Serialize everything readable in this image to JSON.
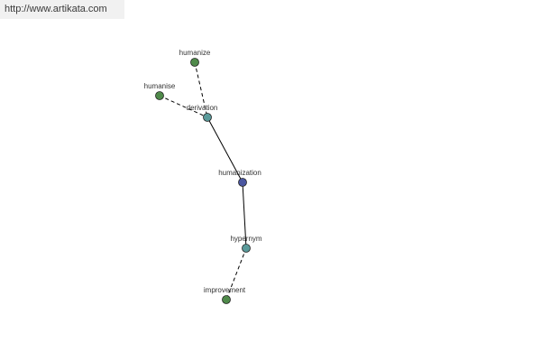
{
  "watermark": {
    "url": "http://www.artikata.com"
  },
  "graph": {
    "nodes": [
      {
        "id": "humanize",
        "label": "humanize",
        "kind": "leaf",
        "color": "#4f8a4a"
      },
      {
        "id": "humanise",
        "label": "humanise",
        "kind": "leaf",
        "color": "#4f8a4a"
      },
      {
        "id": "derivation",
        "label": "derivation",
        "kind": "relation",
        "color": "#5a9a9a"
      },
      {
        "id": "humanization",
        "label": "humanization",
        "kind": "center",
        "color": "#4a56a0"
      },
      {
        "id": "hypernym",
        "label": "hypernym",
        "kind": "relation",
        "color": "#5a9a9a"
      },
      {
        "id": "improvement",
        "label": "improvement",
        "kind": "leaf",
        "color": "#4f8a4a"
      }
    ],
    "edges": [
      {
        "from": "humanize",
        "to": "derivation",
        "style": "dashed"
      },
      {
        "from": "humanise",
        "to": "derivation",
        "style": "dashed"
      },
      {
        "from": "derivation",
        "to": "humanization",
        "style": "solid"
      },
      {
        "from": "humanization",
        "to": "hypernym",
        "style": "solid"
      },
      {
        "from": "hypernym",
        "to": "improvement",
        "style": "dashed"
      }
    ]
  }
}
